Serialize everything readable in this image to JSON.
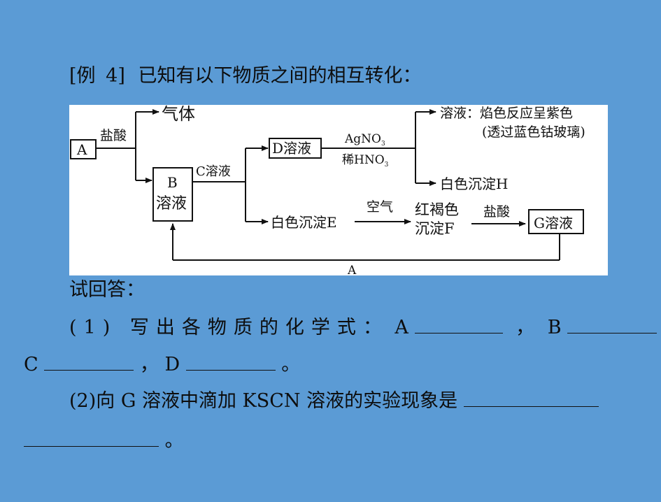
{
  "example": {
    "tag": "[例",
    "num": "4]",
    "intro": "已知有以下物质之间的相互转化："
  },
  "diagram": {
    "node_a": "A",
    "reagent_hcl_1": "盐酸",
    "product_gas": "气体",
    "node_b_line1": "B",
    "node_b_line2": "溶液",
    "label_c": "C溶液",
    "node_d": "D溶液",
    "reagent_agno3": "AgNO",
    "sub_3a": "3",
    "reagent_hno3": "稀HNO",
    "sub_3b": "3",
    "result_solution_1": "溶液：焰色反应呈紫色",
    "result_solution_2": "(透过蓝色钴玻璃)",
    "result_precipitate_h": "白色沉淀H",
    "node_e": "白色沉淀E",
    "reagent_air": "空气",
    "node_f_line1": "红褐色",
    "node_f_line2": "沉淀F",
    "reagent_hcl_2": "盐酸",
    "node_g": "G溶液",
    "return_label": "A"
  },
  "questions": {
    "prompt": "试回答：",
    "q1_prefix": "(1) 写出各物质的化学式：",
    "label_a": "A",
    "label_b": "B",
    "label_c": "C",
    "label_d": "D",
    "comma": "，",
    "end_mark": "。",
    "q2_prefix": "(2)向 G 溶液中滴加 KSCN 溶液的实验现象是"
  },
  "colors": {
    "background": "#5b9bd5",
    "panel": "#ffffff",
    "ink": "#111111"
  }
}
